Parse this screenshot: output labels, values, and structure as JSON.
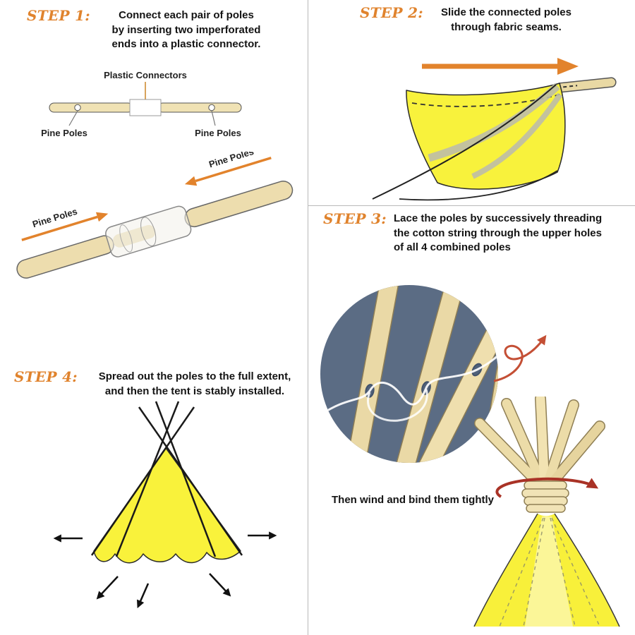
{
  "colors": {
    "step_label_orange": "#E0832D",
    "arrow_orange": "#E2832C",
    "fabric_yellow": "#F8F23C",
    "pole_tan": "#EDDDAE",
    "zoom_circle_bg": "#5B6C84",
    "bind_arrow_red": "#A93226"
  },
  "step1": {
    "label": "STEP 1:",
    "text": "Connect each pair of poles\nby inserting two imperforated\nends into a plastic connector.",
    "connector_label": "Plastic Connectors",
    "pole_label_left": "Pine Poles",
    "pole_label_right": "Pine Poles",
    "pole_label_arrow_left": "Pine Poles",
    "pole_label_arrow_right": "Pine Poles"
  },
  "step2": {
    "label": "STEP 2:",
    "text": "Slide the connected poles\nthrough fabric seams."
  },
  "step3": {
    "label": "STEP 3:",
    "text": "Lace the poles by successively threading\nthe cotton string through the upper holes\nof all 4 combined poles",
    "bind_text": "Then wind and bind them tightly"
  },
  "step4": {
    "label": "STEP 4:",
    "text": "Spread out the poles to the full extent,\nand then the tent is stably installed."
  }
}
